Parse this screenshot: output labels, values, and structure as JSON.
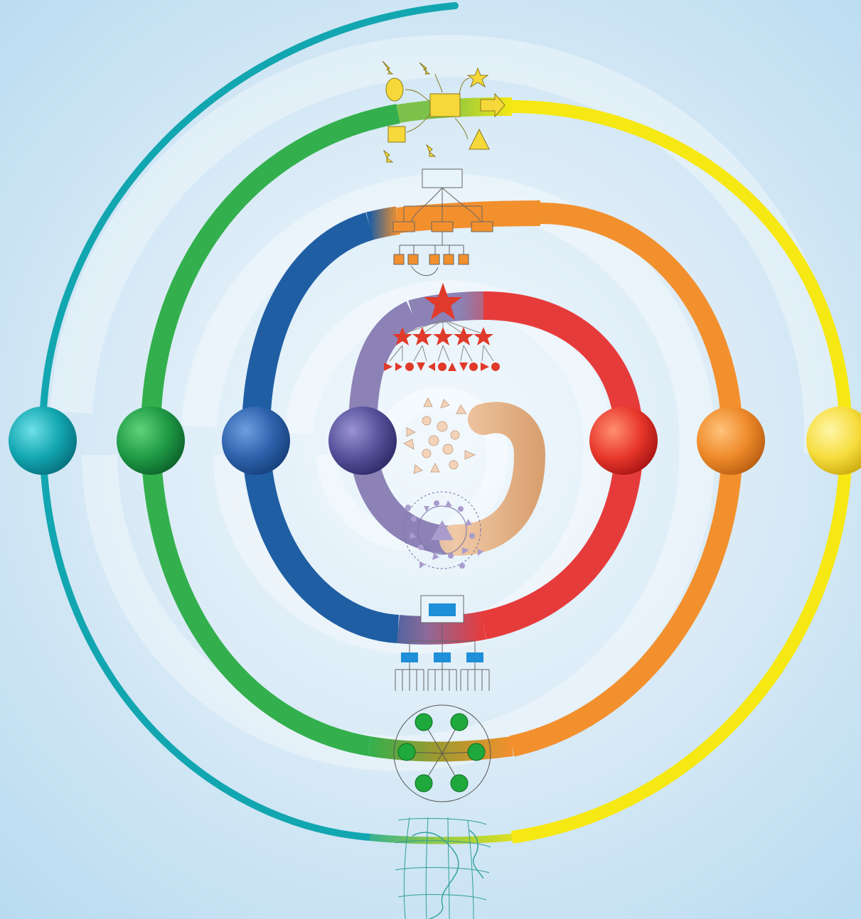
{
  "colors": {
    "background": "#d6ecf8",
    "spiral_center": "#e6b48c",
    "violet": "#8c82b6",
    "blue": "#1f5ea3",
    "red": "#e63b3b",
    "green": "#33b04d",
    "orange": "#f2902e",
    "teal": "#12a6b0",
    "yellow": "#f6e812",
    "icon_yellow": "#f7d83a",
    "icon_orange": "#f2902e",
    "icon_red": "#e03a2a",
    "icon_peach": "#f4d3b8",
    "icon_violet": "#a99ccd",
    "icon_blue": "#1e8fd8",
    "icon_green": "#1fa83c",
    "icon_map": "#2f9e9a"
  },
  "nodes": [
    {
      "name": "teal-sphere",
      "color": "#12a6b0"
    },
    {
      "name": "green-sphere",
      "color": "#1f9a45"
    },
    {
      "name": "blue-sphere",
      "color": "#2d62ab"
    },
    {
      "name": "violet-sphere",
      "color": "#55509a"
    },
    {
      "name": "red-sphere",
      "color": "#e8382c"
    },
    {
      "name": "orange-sphere",
      "color": "#ee8a2a"
    },
    {
      "name": "yellow-sphere",
      "color": "#f6dc3c"
    }
  ],
  "stages": [
    {
      "name": "chaos-icon",
      "color": "#f4d3b8"
    },
    {
      "name": "clustered-circles-icon",
      "color": "#a99ccd"
    },
    {
      "name": "star-hierarchy-icon",
      "color": "#e03a2a"
    },
    {
      "name": "blue-org-chart-icon",
      "color": "#1e8fd8"
    },
    {
      "name": "orange-network-icon",
      "color": "#f2902e"
    },
    {
      "name": "green-circle-network-icon",
      "color": "#1fa83c"
    },
    {
      "name": "yellow-flow-icon",
      "color": "#f7d83a"
    },
    {
      "name": "globe-map-icon",
      "color": "#2f9e9a"
    }
  ]
}
